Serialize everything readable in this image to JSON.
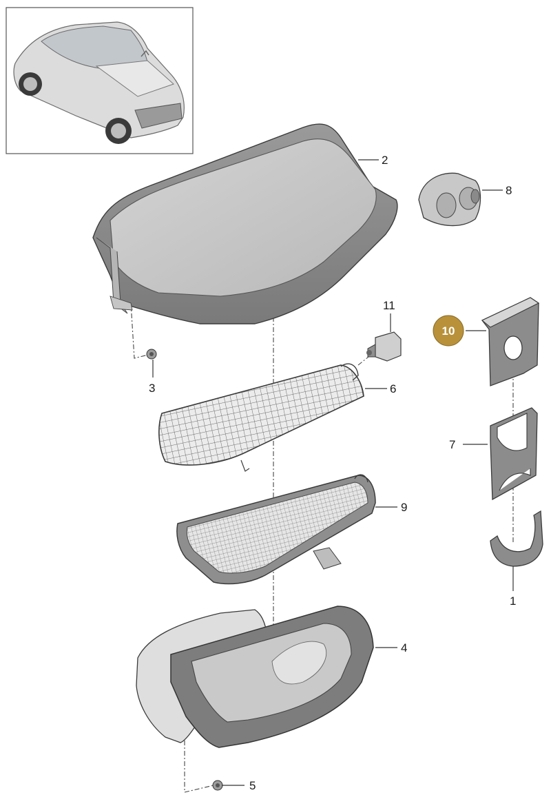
{
  "callouts": [
    {
      "id": "c1",
      "label": "1"
    },
    {
      "id": "c2",
      "label": "2"
    },
    {
      "id": "c3",
      "label": "3"
    },
    {
      "id": "c4",
      "label": "4"
    },
    {
      "id": "c5",
      "label": "5"
    },
    {
      "id": "c6",
      "label": "6"
    },
    {
      "id": "c7",
      "label": "7"
    },
    {
      "id": "c8",
      "label": "8"
    },
    {
      "id": "c9",
      "label": "9"
    },
    {
      "id": "c10",
      "label": "10"
    },
    {
      "id": "c11",
      "label": "11"
    }
  ],
  "highlight": {
    "label": "10",
    "color": "#b8913a",
    "text_color": "#ffffff"
  },
  "colors": {
    "part_fill": "#a9a9a9",
    "outline": "#3a3a3a"
  }
}
